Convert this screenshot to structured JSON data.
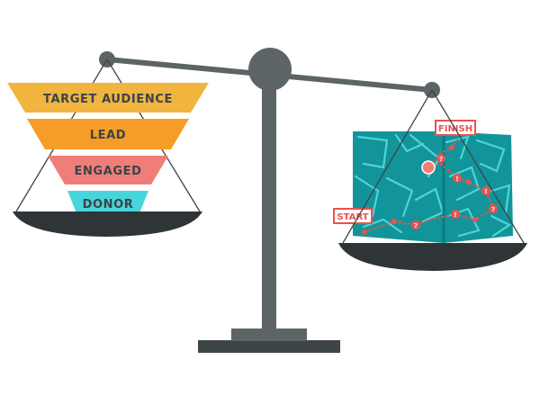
{
  "funnel": {
    "stages": [
      {
        "label": "TARGET AUDIENCE",
        "color": "#f0b43f"
      },
      {
        "label": "LEAD",
        "color": "#f59d26"
      },
      {
        "label": "ENGAGED",
        "color": "#f07e78"
      },
      {
        "label": "DONOR",
        "color": "#46d5db"
      }
    ]
  },
  "maze": {
    "start_label": "START",
    "finish_label": "FINISH",
    "markers": [
      "?",
      "!",
      "?",
      "!",
      "?",
      "!"
    ],
    "path_color": "#e8534f",
    "box_color": "#12959a"
  },
  "colors": {
    "scale_body": "#5c6466",
    "pan": "#2f3537",
    "tag_border": "#e8534f"
  },
  "icons": {
    "scale": "balance-scale-icon"
  }
}
